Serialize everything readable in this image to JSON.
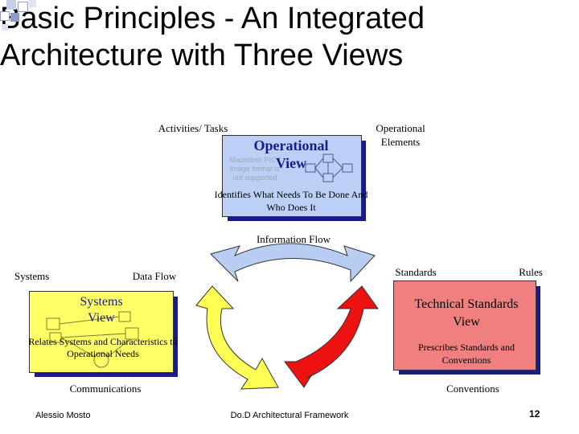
{
  "slide": {
    "title": "Basic Principles - An Integrated Architecture with Three Views",
    "footer_left": "Alessio Mosto",
    "footer_center": "Do.D Architectural Framework",
    "page_number": "12"
  },
  "diagram": {
    "operational": {
      "title": "Operational View",
      "description": "Identifies What Needs To Be Done And Who Does It",
      "label_left": "Activities/ Tasks",
      "label_right": "Operational Elements",
      "placeholder": "Macintosh PICT image format is not supported",
      "color": "#bcd0f5"
    },
    "systems": {
      "title": "Systems View",
      "description": "Relates Systems and Characteristics to Operational Needs",
      "label_left": "Systems",
      "label_right": "Data Flow",
      "label_bottom": "Communications",
      "color": "#ffff66"
    },
    "technical": {
      "title": "Technical Standards View",
      "description": "Prescribes Standards and Conventions",
      "label_left": "Standards",
      "label_right": "Rules",
      "label_bottom": "Conventions",
      "color": "#f08080"
    },
    "information_flow": "Information Flow",
    "arrow_colors": {
      "top": "#b7cdf2",
      "left": "#ffff55",
      "right": "#ee1111"
    }
  }
}
